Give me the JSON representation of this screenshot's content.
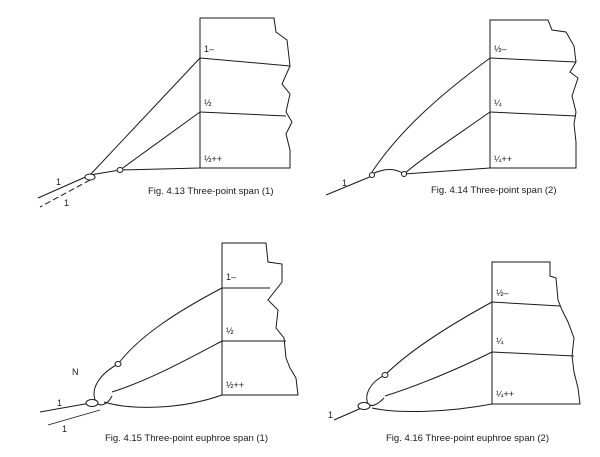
{
  "figures": [
    {
      "caption": "Fig. 4.13    Three-point span (1)",
      "band_labels": [
        "1–",
        "½",
        "½++"
      ],
      "line_labels": [
        "1",
        "1"
      ]
    },
    {
      "caption": "Fig. 4.14    Three-point span (2)",
      "band_labels": [
        "½–",
        "¼",
        "¼++"
      ],
      "line_labels": [
        "1"
      ]
    },
    {
      "caption": "Fig. 4.15    Three-point euphroe span (1)",
      "band_labels": [
        "1–",
        "½",
        "½++"
      ],
      "line_labels": [
        "N",
        "1",
        "1"
      ]
    },
    {
      "caption": "Fig. 4.16    Three-point euphroe span (2)",
      "band_labels": [
        "½–",
        "¼",
        "¼++"
      ],
      "line_labels": [
        "1"
      ]
    }
  ]
}
